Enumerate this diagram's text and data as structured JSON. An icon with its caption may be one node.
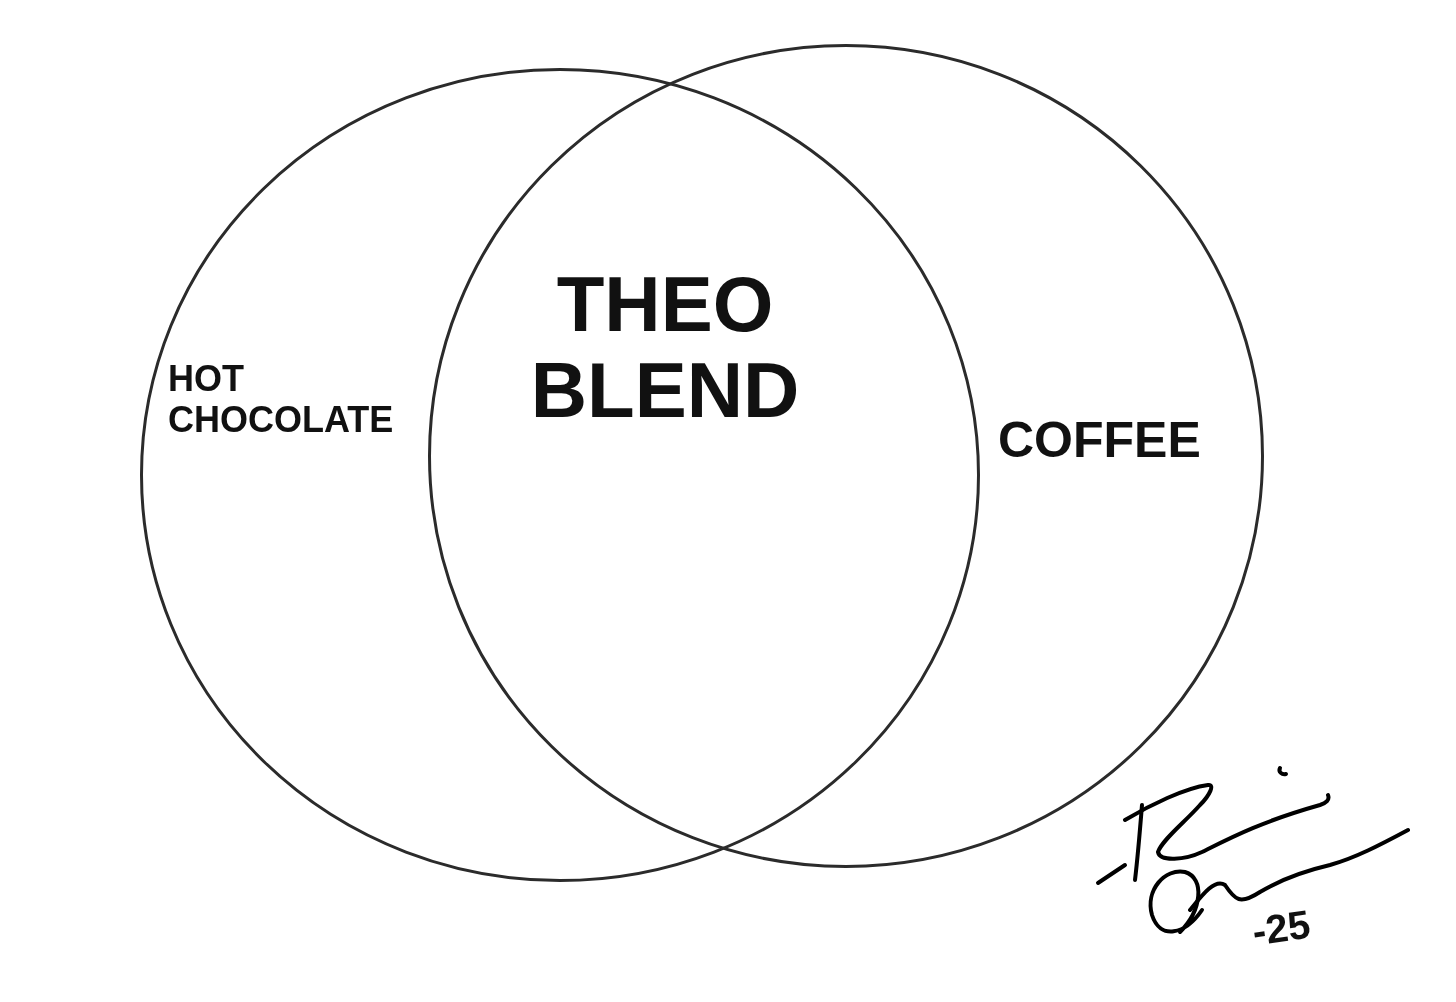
{
  "diagram": {
    "nodes": [
      {
        "text": [
          "HOT CHOCOLATE"
        ]
      },
      {
        "text": [
          "COFFEE"
        ]
      }
    ],
    "labels": [
      "THEO BLEND",
      "-25"
    ]
  }
}
